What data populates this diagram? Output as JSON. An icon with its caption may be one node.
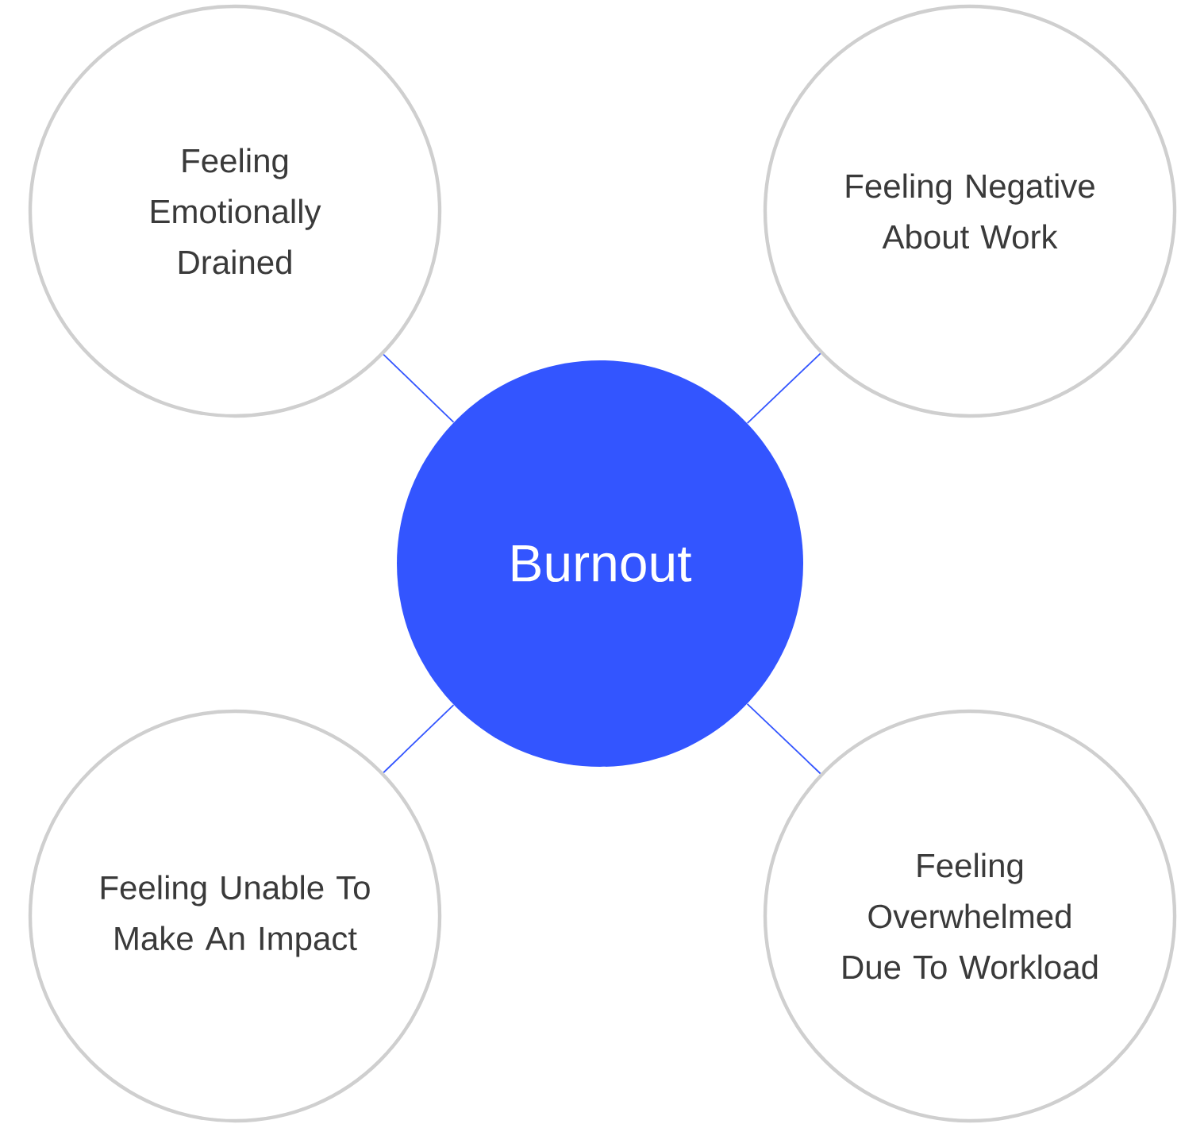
{
  "diagram": {
    "nodes": [
      {
        "text": [
          "Feeling Emotionally Drained"
        ]
      },
      {
        "text": [
          "Feeling Negative About Work"
        ]
      },
      {
        "text": [
          "Burnout"
        ]
      },
      {
        "text": [
          "Feeling Unable To Make An Impact"
        ]
      },
      {
        "text": [
          "Feeling Overwhelmed Due To Workload"
        ]
      }
    ],
    "edges": [
      {
        "from": 2,
        "to": 0,
        "arrow": "none"
      },
      {
        "from": 2,
        "to": 1,
        "arrow": "none"
      },
      {
        "from": 2,
        "to": 3,
        "arrow": "none"
      },
      {
        "from": 2,
        "to": 4,
        "arrow": "none"
      }
    ]
  }
}
